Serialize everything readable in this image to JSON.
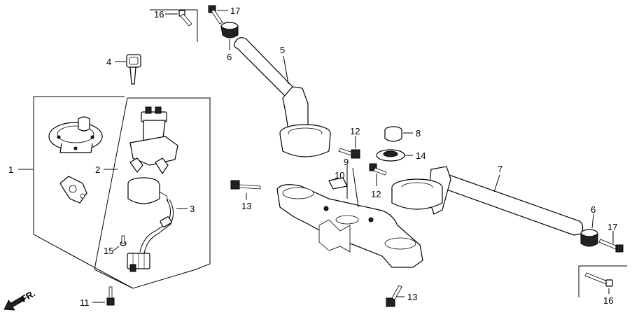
{
  "callouts": {
    "c1": "1",
    "c2": "2",
    "c3": "3",
    "c4": "4",
    "c5": "5",
    "c6a": "6",
    "c6b": "6",
    "c7": "7",
    "c8": "8",
    "c9": "9",
    "c10": "10",
    "c11": "11",
    "c12a": "12",
    "c12b": "12",
    "c13a": "13",
    "c13b": "13",
    "c14": "14",
    "c15": "15",
    "c16a": "16",
    "c16b": "16",
    "c17a": "17",
    "c17b": "17"
  },
  "front_indicator": {
    "label": "FR.",
    "icon": "arrow-icon"
  }
}
